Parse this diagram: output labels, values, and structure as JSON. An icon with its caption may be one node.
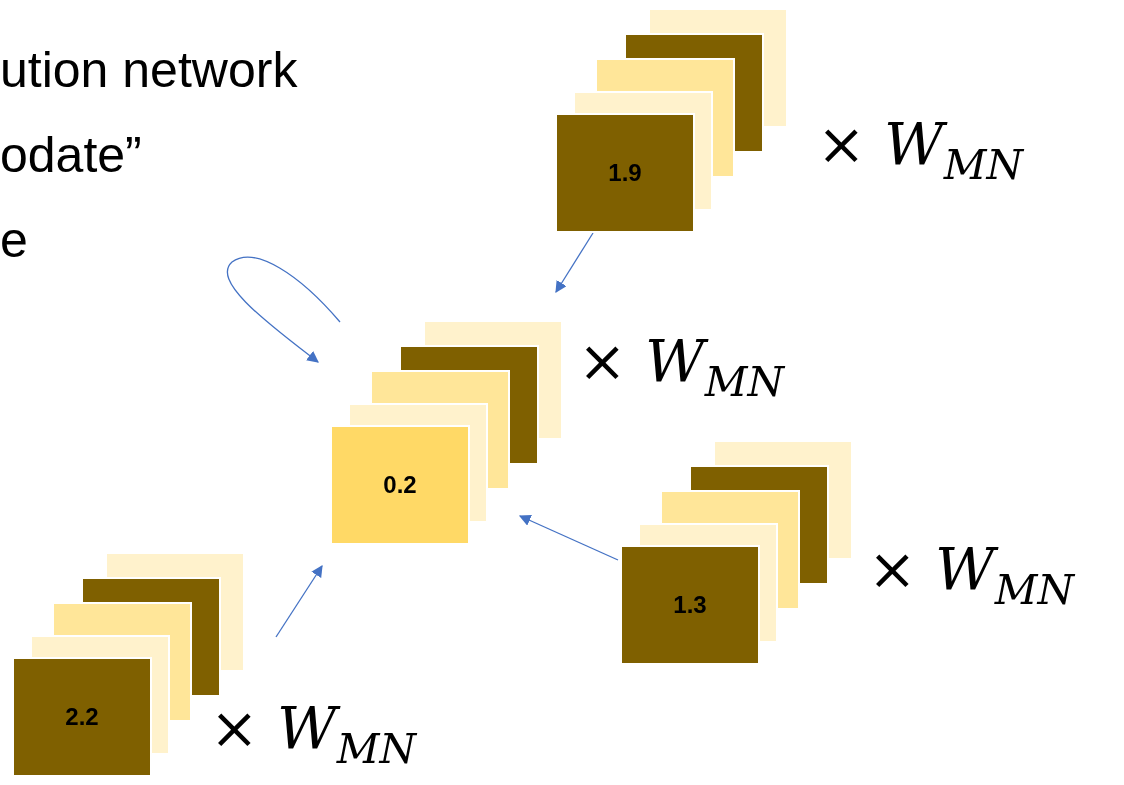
{
  "diagram": {
    "nodes": [
      {
        "text": [
          "1.9"
        ],
        "beside": [
          "× *W*$_{MN}$"
        ]
      },
      {
        "text": [
          "0.2"
        ],
        "beside": [
          "× *W*$_{MN}$"
        ]
      },
      {
        "text": [
          "1.3"
        ],
        "beside": [
          "× *W*$_{MN}$"
        ]
      },
      {
        "text": [
          "2.2"
        ],
        "beside": [
          "× *W*$_{MN}$"
        ]
      }
    ],
    "edges": [
      {
        "from": 0,
        "to": 1,
        "arrow": "to"
      },
      {
        "from": 1,
        "to": 1,
        "arrow": "to"
      },
      {
        "from": 2,
        "to": 1,
        "arrow": "to"
      },
      {
        "from": 3,
        "to": 1,
        "arrow": "to"
      }
    ],
    "labels": [
      "ution network",
      "odate”",
      "e"
    ]
  }
}
